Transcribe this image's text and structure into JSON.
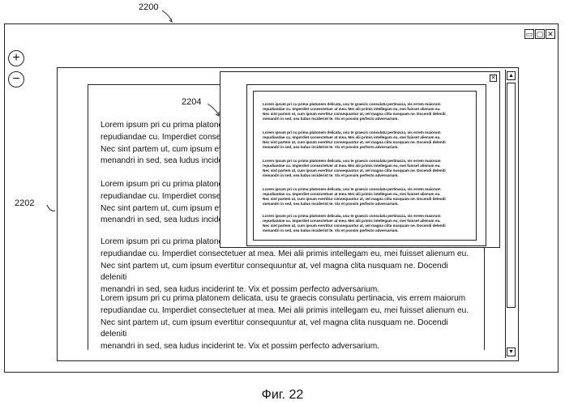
{
  "refs": {
    "outer": "2200",
    "frame": "2202",
    "popup": "2204"
  },
  "window_controls": [
    "▭",
    "▢",
    "✕"
  ],
  "zoom_in": "+",
  "zoom_out": "−",
  "scroll_up": "▲",
  "scroll_down": "▼",
  "popup_close": "✕",
  "paragraphs": [
    "Lorem ipsum pri cu prima platone\nrepudiandae cu. Imperdiet consec\nNec sint partem ut, cum ipsum ev\nmenandri in sed, sea ludus incide",
    "Lorem ipsum pri cu prima platone\nrepudiandae cu. Imperdiet consec\nNec sint partem ut, cum ipsum ev\nmenandri in sed, sea ludus incide",
    "Lorem ipsum pri cu prima platonem delicata, usu te graecis consulatu pertinacia, vis errem maiorum\nrepudiandae cu. Imperdiet consectetuer at mea. Mei alii primis intellegam eu, mei fuisset alienum eu.\nNec sint partem ut, cum ipsum evertitur consequuntur at, vel magna clita nusquam ne. Docendi deleniti\nmenandri in sed, sea ludus inciderint te. Vix et possim perfecto adversarium.",
    "Lorem ipsum pri cu prima platonem delicata, usu te graecis consulatu pertinacia, vis errem maiorum\nrepudiandae cu. Imperdiet consectetuer at mea. Mei alii primis intellegam eu, mei fuisset alienum eu.\nNec sint partem ut, cum ipsum evertitur consequuntur at, vel magna clita nusquam ne. Docendi deleniti\nmenandri in sed, sea ludus inciderint te. Vix et possim perfecto adversarium."
  ],
  "mini_paragraph": "Lorem ipsum pri cu prima platonem delicata, usu te graecis consulatu pertinacia, vis errem maiorum\nrepudiandae cu. Imperdiet consectetuer at mea. Mei alii primis intellegam eu, mei fuisset alienum eu.\nNec sint partem ut, cum ipsum evertitur consequuntur at, vel magna clita nusquam ne. Docendi deleniti\nmenandri in sed, sea ludus inciderint te. Vix et possim perfecto adversarium.",
  "caption": "Фиг. 22"
}
